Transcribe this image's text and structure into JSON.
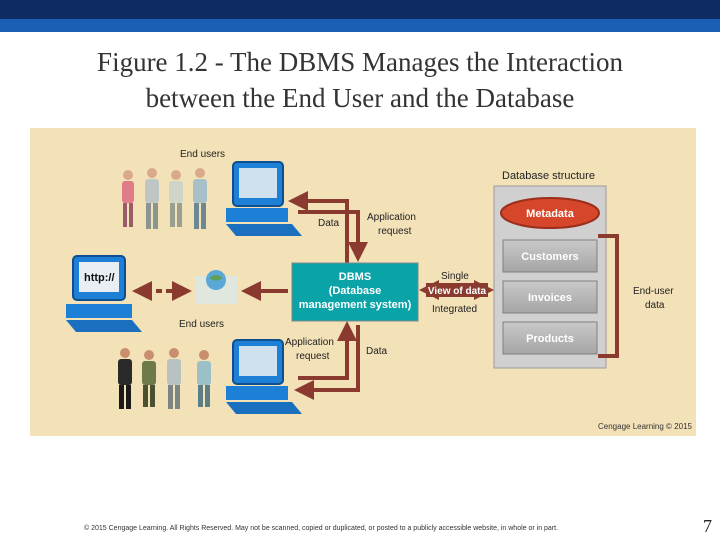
{
  "slide": {
    "title_line1": "Figure 1.2 - The DBMS Manages the Interaction",
    "title_line2": "between the End User and the Database",
    "footer": "© 2015 Cengage Learning. All Rights Reserved. May not be scanned, copied or duplicated, or posted to a publicly accessible website, in whole or in part.",
    "page_number": "7"
  },
  "figure": {
    "end_users_top": "End users",
    "end_users_mid": "End users",
    "url_text": "http://",
    "label_data_top": "Data",
    "label_app_req_top_1": "Application",
    "label_app_req_top_2": "request",
    "label_app_req_bot_1": "Application",
    "label_app_req_bot_2": "request",
    "label_data_bot": "Data",
    "dbms_line1": "DBMS",
    "dbms_line2": "(Database",
    "dbms_line3": "management system)",
    "single": "Single",
    "view_of_data": "View of data",
    "integrated": "Integrated",
    "db_structure": "Database structure",
    "metadata": "Metadata",
    "customers": "Customers",
    "invoices": "Invoices",
    "products": "Products",
    "end_user_data_1": "End-user",
    "end_user_data_2": "data",
    "credit": "Cengage Learning © 2015"
  },
  "colors": {
    "header_dark": "#0e2a63",
    "header_blue": "#1a5fb4",
    "figure_bg": "#f3e2b8",
    "dbms_teal": "#0aa3a8",
    "arrow": "#8a3a2e",
    "metadata_red": "#d6462a"
  }
}
